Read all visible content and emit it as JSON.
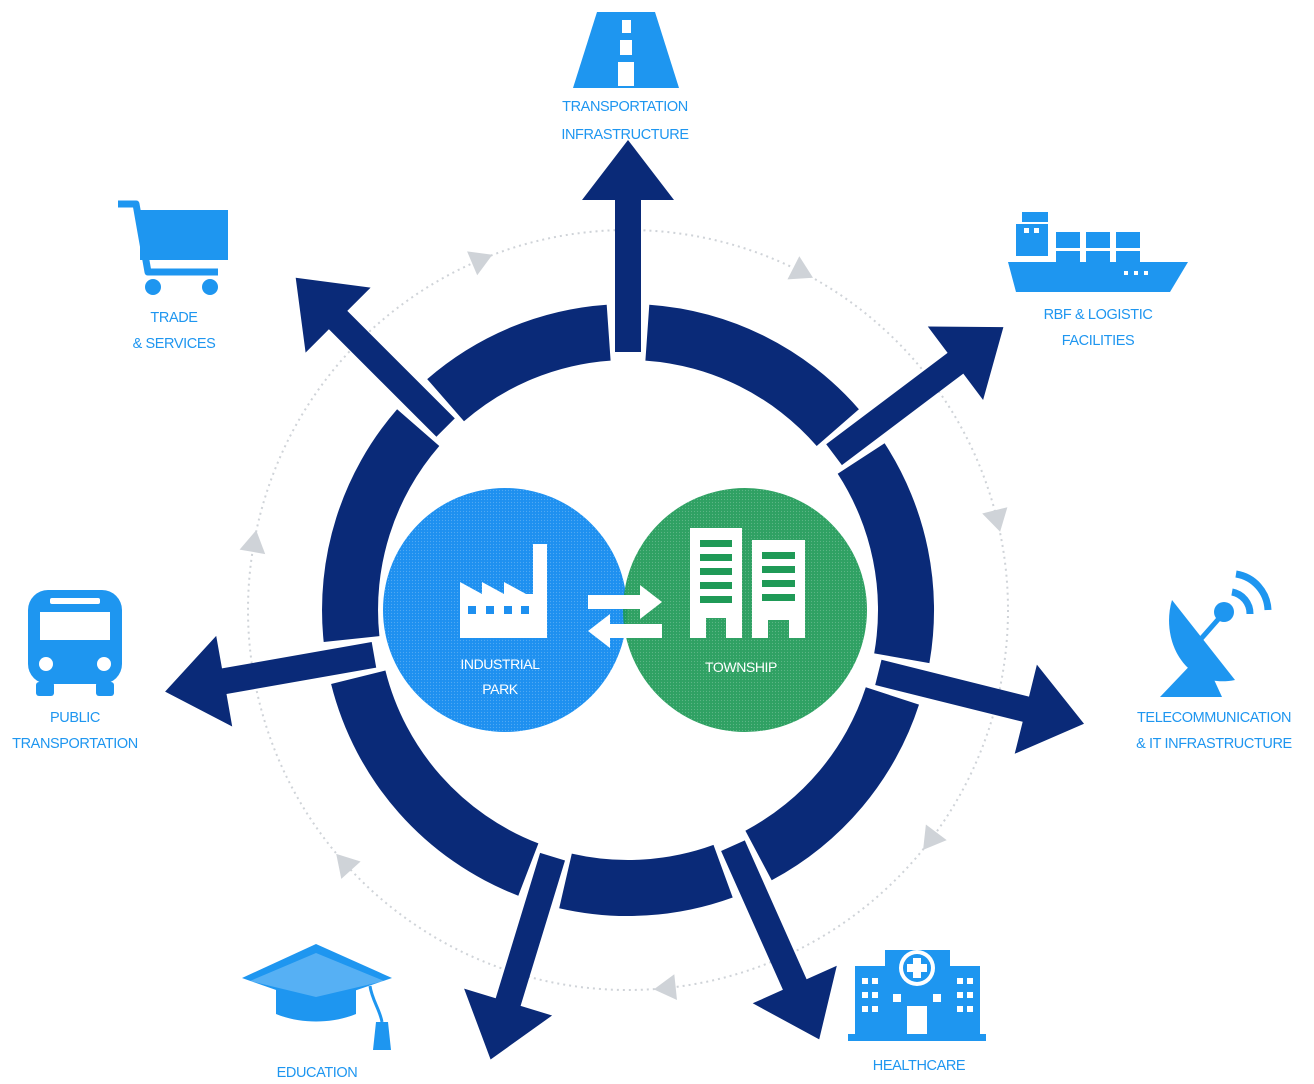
{
  "colors": {
    "ring": "#0a2a78",
    "icon": "#1e96f0",
    "industrial": "#1e90f0",
    "township": "#1f9a57",
    "cycle": "#cfd3d8"
  },
  "center": {
    "industrial_park": {
      "line1": "INDUSTRIAL",
      "line2": "PARK",
      "icon": "factory-icon"
    },
    "township": {
      "label": "TOWNSHIP",
      "icon": "buildings-icon"
    },
    "exchange_icon": "exchange-arrows-icon"
  },
  "sectors": {
    "transportation": {
      "line1": "TRANSPORTATION",
      "line2": "INFRASTRUCTURE",
      "icon": "road-icon"
    },
    "logistic": {
      "line1": "RBF & LOGISTIC",
      "line2": "FACILITIES",
      "icon": "cargo-ship-icon"
    },
    "telecom": {
      "line1": "TELECOMMUNICATION",
      "line2": "& IT INFRASTRUCTURE",
      "icon": "satellite-dish-icon"
    },
    "healthcare": {
      "line1": "HEALTHCARE",
      "icon": "hospital-icon"
    },
    "education": {
      "line1": "EDUCATION",
      "icon": "graduation-cap-icon"
    },
    "public_transport": {
      "line1": "PUBLIC",
      "line2": "TRANSPORTATION",
      "icon": "bus-icon"
    },
    "trade": {
      "line1": "TRADE",
      "line2": "& SERVICES",
      "icon": "shopping-cart-icon"
    }
  }
}
